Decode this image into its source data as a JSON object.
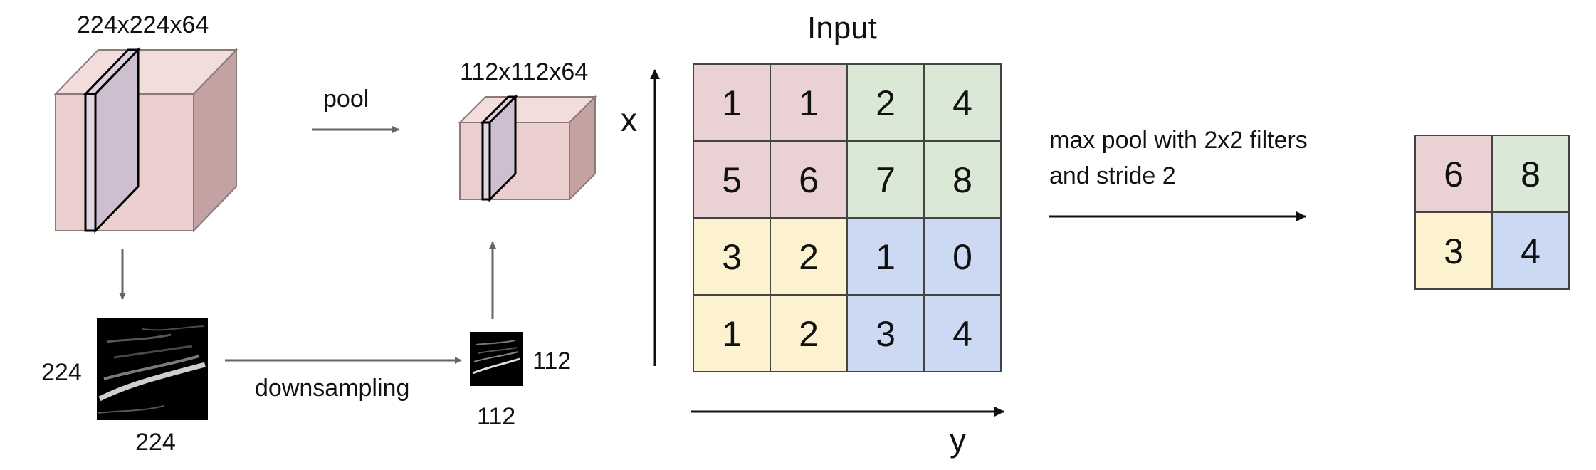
{
  "colors": {
    "red": "#ead1d3",
    "green": "#dae9d5",
    "yellow": "#fdf2d0",
    "blue": "#cbd9f3",
    "cube_front": "#ebcece",
    "cube_top": "#f2dcdc",
    "cube_side": "#c4a2a2",
    "slice": "#cdbfcf",
    "grid_line": "#444444",
    "arrow": "#666666",
    "text": "#111111"
  },
  "left_panel": {
    "cube_label": "224x224x64",
    "pool_label": "pool",
    "small_cube_label": "112x112x64",
    "image_height_label": "224",
    "image_width_label": "224",
    "downsampling_label": "downsampling",
    "small_image_height_label": "112",
    "small_image_width_label": "112"
  },
  "right_panel": {
    "input_title": "Input",
    "x_axis_label": "x",
    "y_axis_label": "y",
    "input_grid": [
      [
        {
          "value": "1",
          "color": "red"
        },
        {
          "value": "1",
          "color": "red"
        },
        {
          "value": "2",
          "color": "green"
        },
        {
          "value": "4",
          "color": "green"
        }
      ],
      [
        {
          "value": "5",
          "color": "red"
        },
        {
          "value": "6",
          "color": "red"
        },
        {
          "value": "7",
          "color": "green"
        },
        {
          "value": "8",
          "color": "green"
        }
      ],
      [
        {
          "value": "3",
          "color": "yellow"
        },
        {
          "value": "2",
          "color": "yellow"
        },
        {
          "value": "1",
          "color": "blue"
        },
        {
          "value": "0",
          "color": "blue"
        }
      ],
      [
        {
          "value": "1",
          "color": "yellow"
        },
        {
          "value": "2",
          "color": "yellow"
        },
        {
          "value": "3",
          "color": "blue"
        },
        {
          "value": "4",
          "color": "blue"
        }
      ]
    ],
    "operation_line1": "max pool with 2x2 filters",
    "operation_line2": "and stride 2",
    "output_grid": [
      [
        {
          "value": "6",
          "color": "red"
        },
        {
          "value": "8",
          "color": "green"
        }
      ],
      [
        {
          "value": "3",
          "color": "yellow"
        },
        {
          "value": "4",
          "color": "blue"
        }
      ]
    ]
  }
}
